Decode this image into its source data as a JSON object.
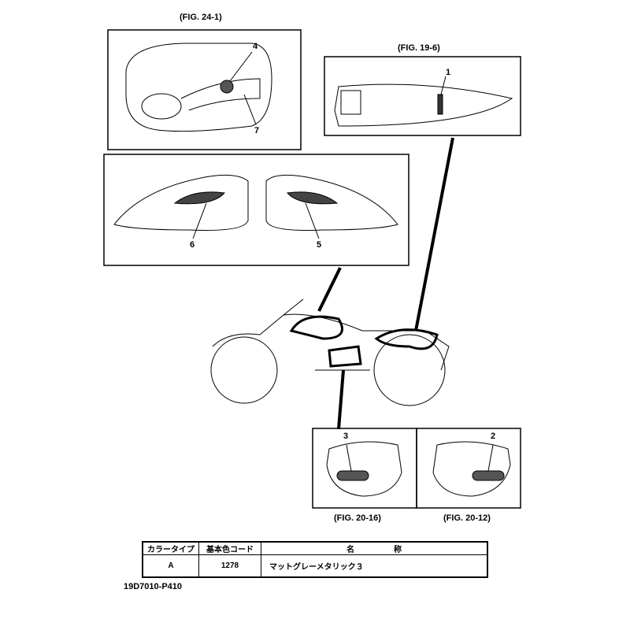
{
  "figures": {
    "fig_24_1": "(FIG. 24-1)",
    "fig_19_6": "(FIG. 19-6)",
    "fig_20_16": "(FIG. 20-16)",
    "fig_20_12": "(FIG. 20-12)"
  },
  "part_numbers": {
    "p1": "1",
    "p2": "2",
    "p3": "3",
    "p4": "4",
    "p5": "5",
    "p6": "6",
    "p7": "7"
  },
  "table": {
    "headers": [
      "カラータイプ",
      "基本色コード",
      "名　　　　　称"
    ],
    "rows": [
      [
        "A",
        "1278",
        "マットグレーメタリック３"
      ]
    ]
  },
  "footer_code": "19D7010-P410"
}
